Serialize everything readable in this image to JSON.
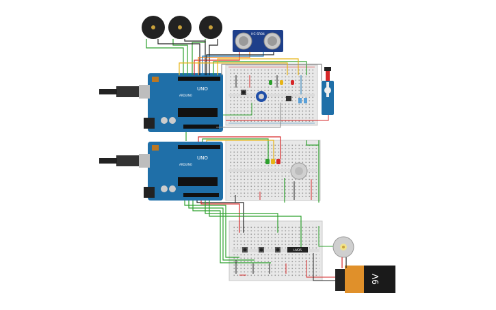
{
  "components": {
    "ultrasonic": {
      "label": "HC-SR04"
    },
    "arduino_top": {
      "brand": "ARDUINO",
      "model": "UNO"
    },
    "arduino_bottom": {
      "brand": "ARDUINO",
      "model": "UNO"
    },
    "lm35": {
      "label": "LM35"
    },
    "battery": {
      "label": "9V"
    }
  },
  "colors": {
    "arduino": "#1f6fa8",
    "breadboard": "#e8e8e8",
    "wire_green": "#2ca02c",
    "wire_red": "#d62728",
    "wire_black": "#222222",
    "wire_blue": "#1f77b4",
    "wire_yellow": "#e7b416",
    "wire_orange": "#ff7f0e",
    "wire_gray": "#888888",
    "battery": "#e0902a"
  }
}
